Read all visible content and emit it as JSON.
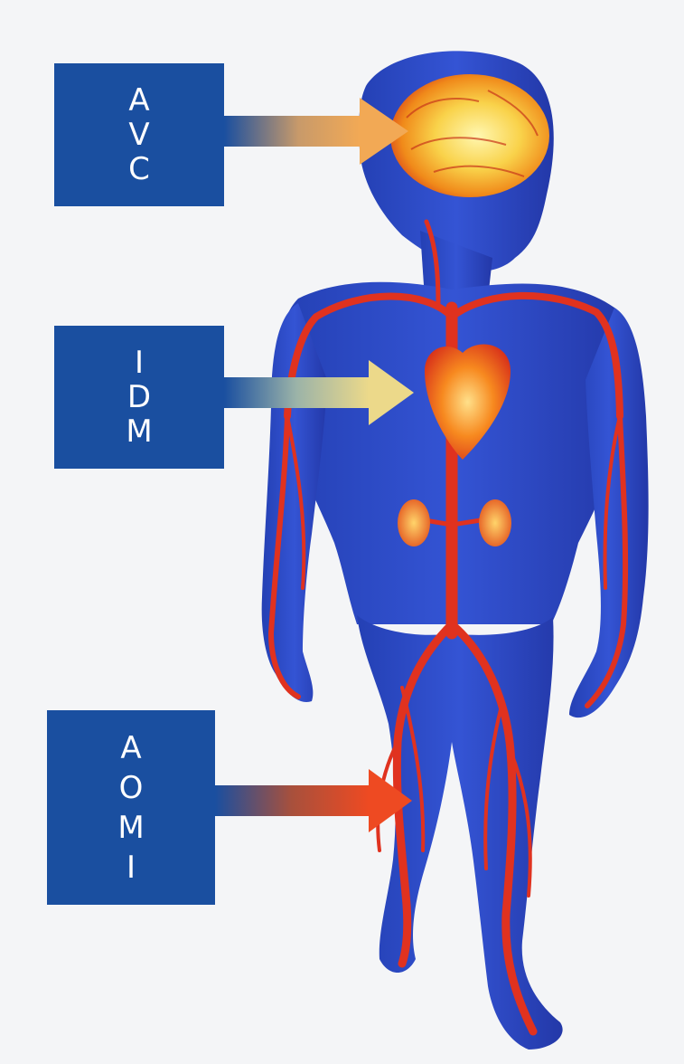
{
  "labels": [
    {
      "id": "avc",
      "letters": [
        "A",
        "V",
        "C"
      ],
      "target": "brain"
    },
    {
      "id": "idm",
      "letters": [
        "I",
        "D",
        "M"
      ],
      "target": "heart"
    },
    {
      "id": "aomi",
      "letters": [
        "A",
        "O",
        "M",
        "I"
      ],
      "target": "legs"
    }
  ],
  "colors": {
    "box": "#1a4fa0",
    "body": "#2f46c8",
    "vessels": "#e0321f",
    "brain": "#f7a020",
    "arrow_avc_end": "#f2a955",
    "arrow_idm_end": "#ecd98a",
    "arrow_aomi_end": "#ee4a22",
    "background": "#f4f5f7"
  }
}
